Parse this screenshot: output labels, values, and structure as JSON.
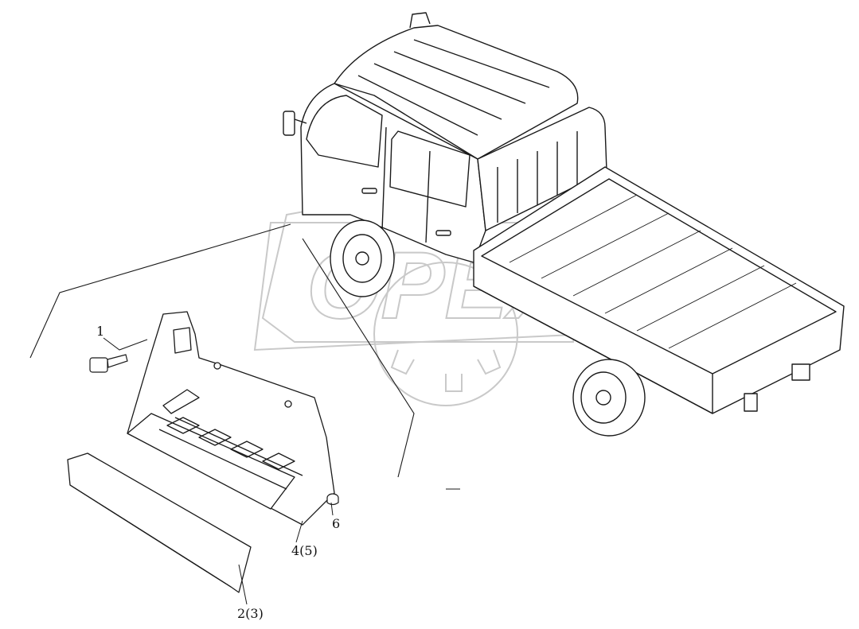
{
  "callouts": [
    {
      "id": "1",
      "text": "1"
    },
    {
      "id": "2",
      "text": "2(3)"
    },
    {
      "id": "4",
      "text": "4(5)"
    },
    {
      "id": "6",
      "text": "6"
    }
  ],
  "colors": {
    "line": "#1a1a1a",
    "watermark": "#c8c8c8",
    "paper": "#ffffff"
  }
}
